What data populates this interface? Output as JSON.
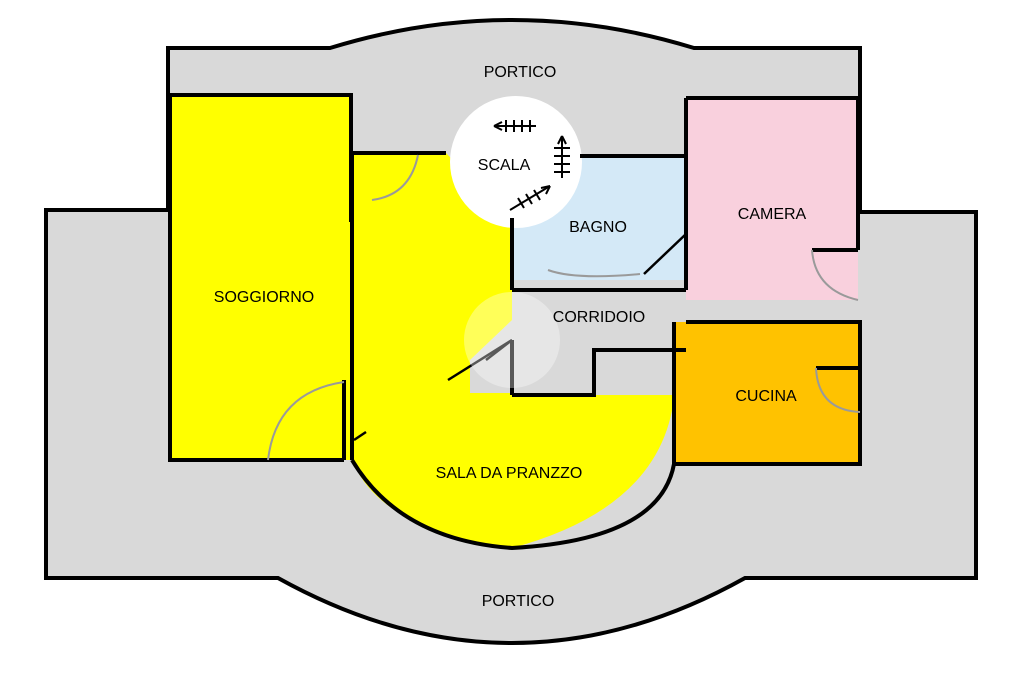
{
  "rooms": {
    "portico_top": "PORTICO",
    "portico_bottom": "PORTICO",
    "scala": "SCALA",
    "bagno": "BAGNO",
    "camera": "CAMERA",
    "soggiorno": "SOGGIORNO",
    "corridoio": "CORRIDOIO",
    "cucina": "CUCINA",
    "sala_da_pranzo": "SALA DA PRANZZO"
  },
  "colors": {
    "portico": "#d9d9d9",
    "living": "#ffff00",
    "bath": "#d4e9f7",
    "bedroom": "#f9d0dd",
    "kitchen": "#ffc200",
    "corridor": "#d9d9d9",
    "stair": "#ffffff",
    "wall": "#000000",
    "door": "#9a9a9a"
  }
}
